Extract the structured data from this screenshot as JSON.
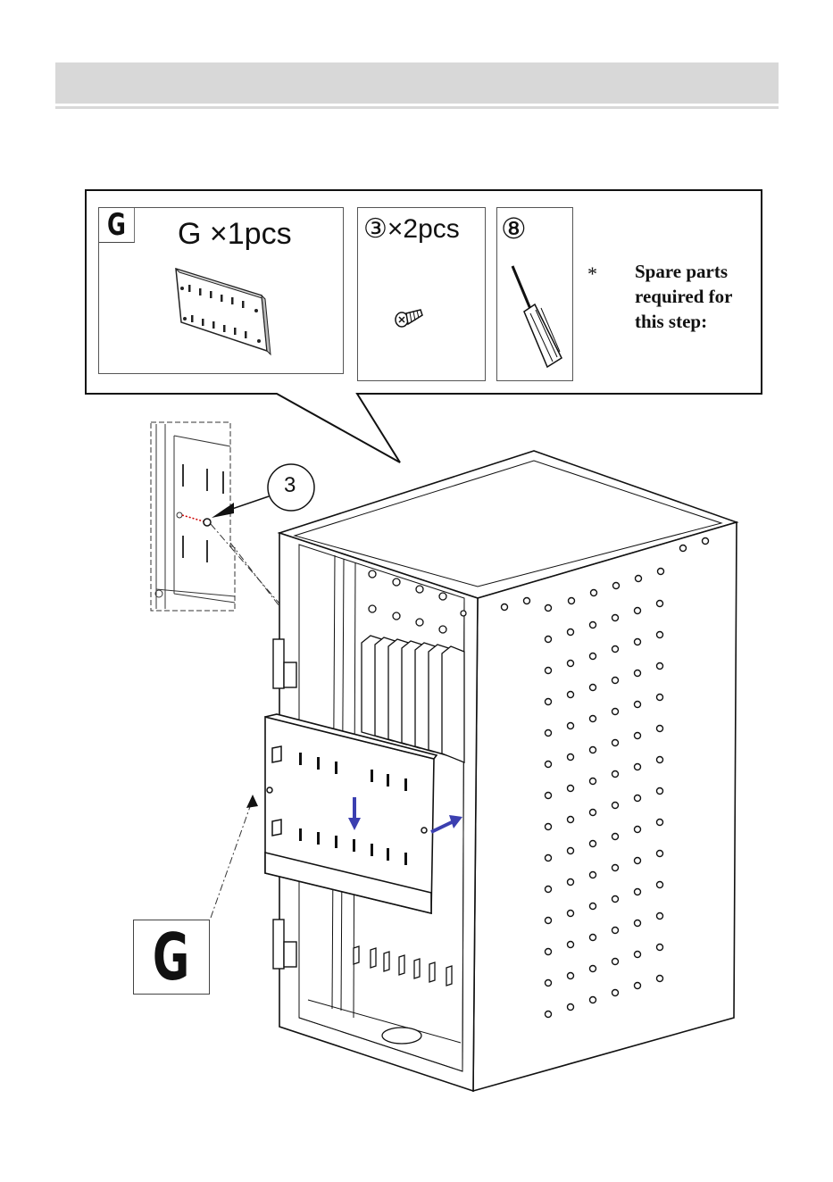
{
  "parts": {
    "g_badge": "G",
    "g_quantity": "G ×1pcs",
    "screw_quantity": "③×2pcs",
    "tool_number": "⑧"
  },
  "note": {
    "marker": "*",
    "lines": [
      "Spare parts",
      "required for",
      "this step:"
    ]
  },
  "diagram": {
    "callout_label": "3",
    "panel_label": "G"
  },
  "colors": {
    "header_bar": "#d8d8d8",
    "arrow": "#3b3fb0",
    "detail_dash": "#cc0000"
  },
  "icons": [
    "panel-g-icon",
    "screw-icon",
    "screwdriver-icon",
    "cabinet-illustration"
  ]
}
